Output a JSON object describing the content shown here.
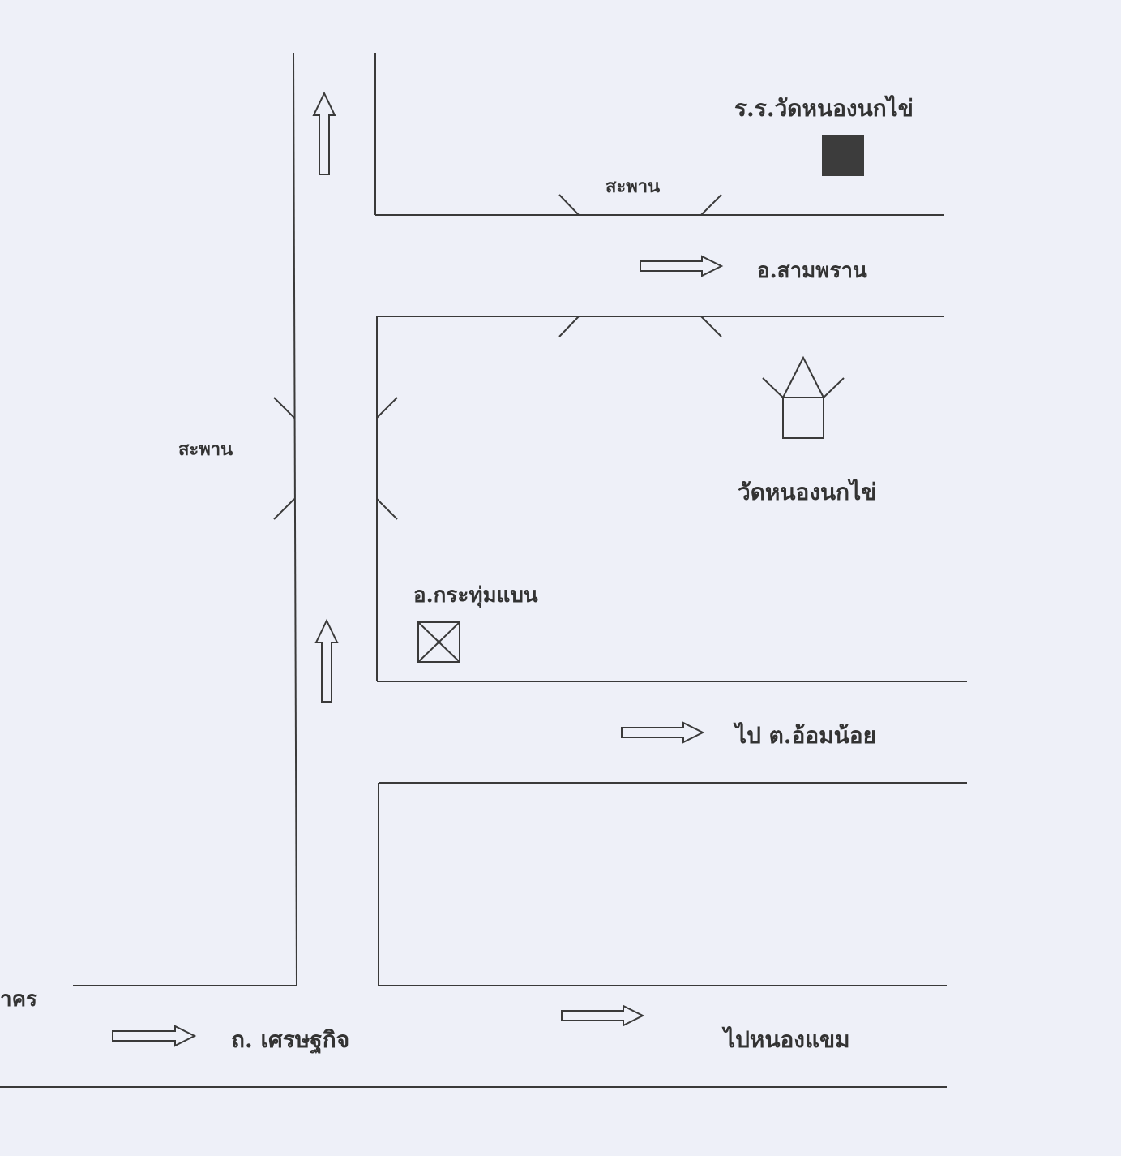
{
  "labels": {
    "school": "ร.ร.วัดหนองนกไข่",
    "bridge_top": "สะพาน",
    "sam_phran": "อ.สามพราน",
    "temple": "วัดหนองนกไข่",
    "bridge_left": "สะพาน",
    "krathum_baen": "อ.กระทุ่มแบน",
    "to_om_noi": "ไป ต.อ้อมน้อย",
    "sakhon_partial": "าคร",
    "setthakit_road": "ถ. เศรษฐกิจ",
    "to_nong_khaem": "ไปหนองแขม"
  },
  "colors": {
    "paper": "#eef0f8",
    "ink": "#3a3a3a",
    "school_marker": "#3c3c3c"
  }
}
